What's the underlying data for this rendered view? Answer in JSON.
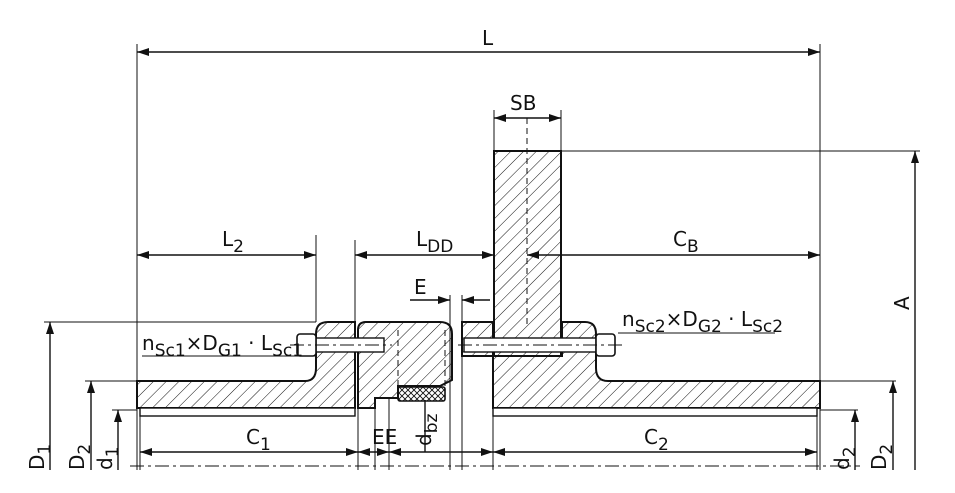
{
  "labels": {
    "L": "L",
    "SB": "SB",
    "L2": {
      "main": "L",
      "sub": "2"
    },
    "LDD": {
      "main": "L",
      "sub": "DD"
    },
    "CB": {
      "main": "C",
      "sub": "B"
    },
    "A": "A",
    "E": "E",
    "EE": "EE",
    "dbz": {
      "main": "d",
      "sub": "bz"
    },
    "C1": {
      "main": "C",
      "sub": "1"
    },
    "C2": {
      "main": "C",
      "sub": "2"
    },
    "D1": {
      "main": "D",
      "sub": "1"
    },
    "D2_left": {
      "main": "D",
      "sub": "2"
    },
    "d1": {
      "main": "d",
      "sub": "1"
    },
    "d2": {
      "main": "d",
      "sub": "2"
    },
    "D2_right": {
      "main": "D",
      "sub": "2"
    },
    "screw1": {
      "n": "n",
      "n_sub": "Sc1",
      "x": "×",
      "D": "D",
      "D_sub": "G1",
      "dot": " · ",
      "L": "L",
      "L_sub": "Sc1"
    },
    "screw2": {
      "n": "n",
      "n_sub": "Sc2",
      "x": "×",
      "D": "D",
      "D_sub": "G2",
      "dot": " · ",
      "L": "L",
      "L_sub": "Sc2"
    }
  }
}
